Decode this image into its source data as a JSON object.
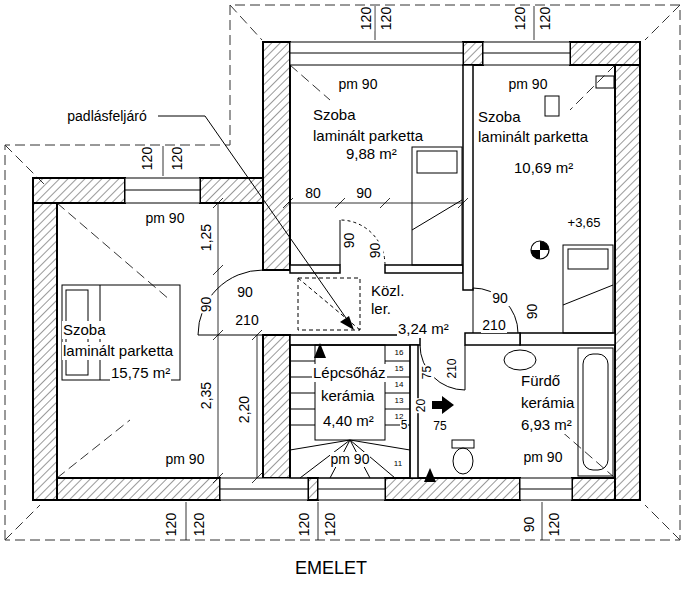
{
  "diagram": {
    "caption": "EMELET",
    "nodes": [
      {
        "text": [
          "Szoba",
          "laminált parketta",
          "9,88 m²"
        ]
      },
      {
        "text": [
          "Szoba",
          "laminált parketta",
          "10,69 m²"
        ]
      },
      {
        "text": [
          "Szoba",
          "laminált parketta",
          "15,75 m²"
        ]
      },
      {
        "text": [
          "Közl. ler.",
          "3,24 m²"
        ]
      },
      {
        "text": [
          "Lépcsőház",
          "kerámia",
          "4,40 m²"
        ]
      },
      {
        "text": [
          "Fürdő",
          "kerámia",
          "6,93 m²"
        ]
      }
    ],
    "labels": [
      "padlásfeljáró",
      "120",
      "120",
      "120",
      "120",
      "120",
      "120",
      "pm 90",
      "pm 90",
      "pm 90",
      "80",
      "90",
      "90",
      "90",
      "1,25",
      "+3,65",
      "90",
      "90",
      "210",
      "90",
      "210",
      "90",
      "16",
      "15",
      "14",
      "13",
      "12",
      "11",
      "75",
      "210",
      "20",
      "5",
      "75",
      "2,35",
      "2,20",
      "pm 90",
      "pm 90",
      "pm 90",
      "120",
      "120",
      "120",
      "120",
      "90",
      "120"
    ]
  }
}
